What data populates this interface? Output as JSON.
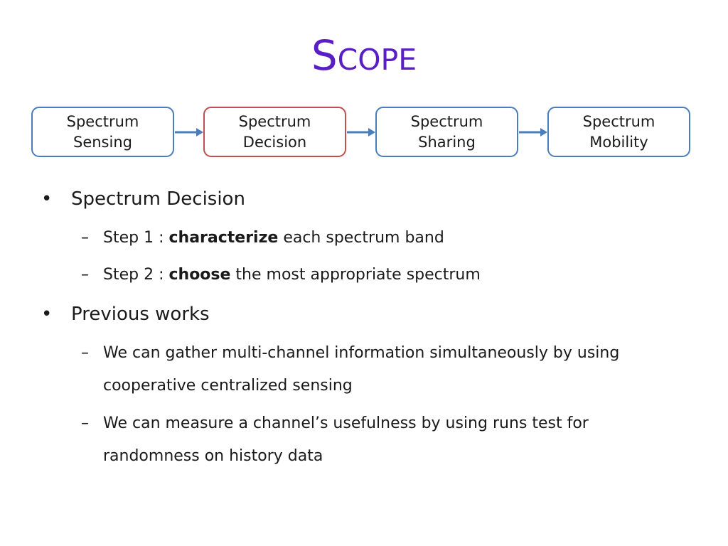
{
  "title": "Scope",
  "flow": {
    "stages": [
      {
        "label": "Spectrum\nSensing",
        "active": false
      },
      {
        "label": "Spectrum\nDecision",
        "active": true
      },
      {
        "label": "Spectrum\nSharing",
        "active": false
      },
      {
        "label": "Spectrum\nMobility",
        "active": false
      }
    ],
    "colors": {
      "stage_border": "#4a7ebb",
      "active_border": "#c0504d",
      "title": "#5a1fc4"
    }
  },
  "bullets": [
    {
      "text": "Spectrum Decision",
      "sub": [
        {
          "prefix": "Step 1 : ",
          "bold": "characterize",
          "suffix": " each spectrum band"
        },
        {
          "prefix": "Step 2 : ",
          "bold": "choose",
          "suffix": " the most appropriate spectrum"
        }
      ]
    },
    {
      "text": "Previous works",
      "sub": [
        {
          "text": "We can gather multi-channel information simultaneously by using cooperative centralized sensing"
        },
        {
          "text": "We can measure a channel’s usefulness by using runs test for randomness on history data"
        }
      ]
    }
  ],
  "bullet_symbol": "•",
  "dash_symbol": "–"
}
